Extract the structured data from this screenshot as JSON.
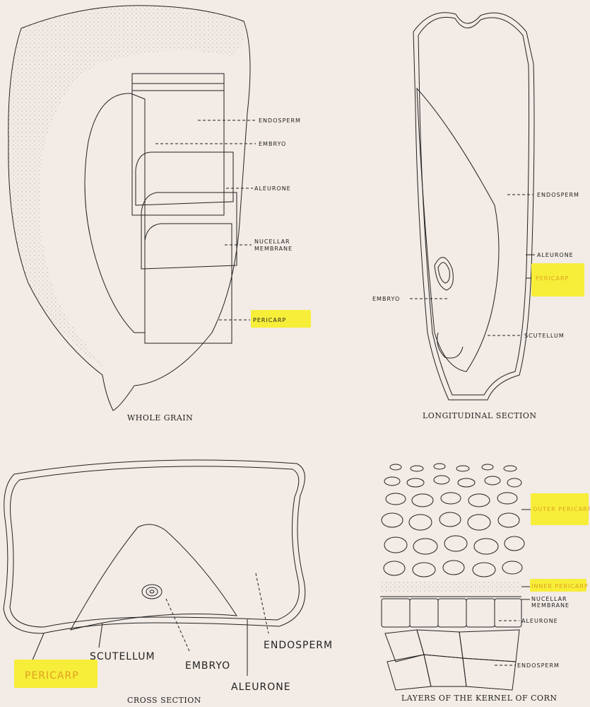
{
  "whole_grain": {
    "caption": "WHOLE GRAIN",
    "labels": {
      "endosperm": "ENDOSPERM",
      "embryo": "EMBRYO",
      "aleurone": "ALEURONE",
      "nucellar_1": "NUCELLAR",
      "nucellar_2": "MEMBRANE",
      "pericarp": "PERICARP"
    }
  },
  "longitudinal": {
    "caption": "LONGITUDINAL SECTION",
    "labels": {
      "endosperm": "ENDOSPERM",
      "aleurone": "ALEURONE",
      "pericarp": "PERICARP",
      "embryo": "EMBRYO",
      "scutellum": "SCUTELLUM"
    }
  },
  "cross": {
    "caption": "CROSS SECTION",
    "labels": {
      "scutellum": "SCUTELLUM",
      "embryo": "EMBRYO",
      "endosperm": "ENDOSPERM",
      "aleurone": "ALEURONE",
      "pericarp": "PERICARP"
    }
  },
  "layers": {
    "caption": "LAYERS OF THE KERNEL OF CORN",
    "labels": {
      "outer_pericarp": "OUTER PERICARP",
      "inner_pericarp": "INNER PERICARP",
      "nucellar_1": "NUCELLAR",
      "nucellar_2": "MEMBRANE",
      "aleurone": "ALEURONE",
      "endosperm": "ENDOSPERM"
    }
  },
  "colors": {
    "background": "#f2ebe6",
    "highlight": "#f7ee3a",
    "ink": "#222222"
  }
}
